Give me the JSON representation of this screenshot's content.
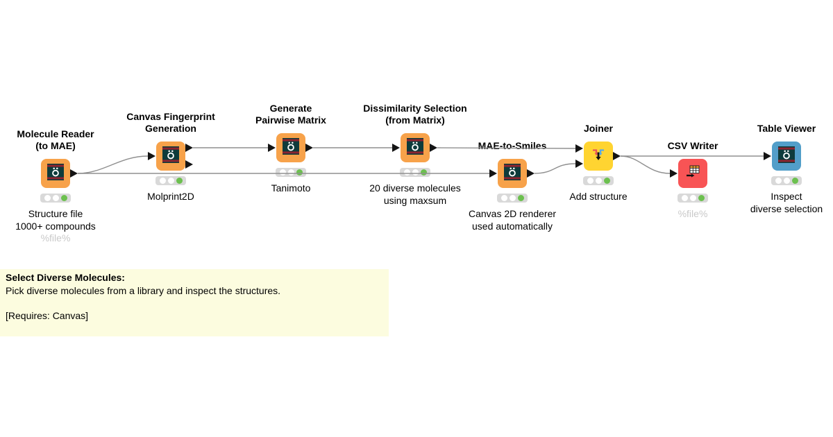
{
  "workflow": {
    "status_color": "#6cc04f",
    "wire_color": "#8f8f8f",
    "nodes": [
      {
        "id": "molecule-reader",
        "title": "Molecule Reader\n(to MAE)",
        "caption": "Structure file\n1000+ compounds",
        "caption_muted": "%file%",
        "color": "#f7a24a",
        "icon": "schrodinger-icon",
        "status": "executed"
      },
      {
        "id": "canvas-fingerprint",
        "title": "Canvas Fingerprint\nGeneration",
        "caption": "Molprint2D",
        "caption_muted": "",
        "color": "#f7a24a",
        "icon": "schrodinger-icon",
        "status": "executed"
      },
      {
        "id": "generate-pairwise",
        "title": "Generate\nPairwise Matrix",
        "caption": "Tanimoto",
        "caption_muted": "",
        "color": "#f7a24a",
        "icon": "schrodinger-icon",
        "status": "executed"
      },
      {
        "id": "dissimilarity-selection",
        "title": "Dissimilarity Selection\n(from Matrix)",
        "caption": "20 diverse molecules\nusing maxsum",
        "caption_muted": "",
        "color": "#f7a24a",
        "icon": "schrodinger-icon",
        "status": "executed"
      },
      {
        "id": "mae-to-smiles",
        "title": "MAE-to-Smiles",
        "caption": "Canvas 2D renderer\nused automatically",
        "caption_muted": "",
        "color": "#f7a24a",
        "icon": "schrodinger-icon",
        "status": "executed"
      },
      {
        "id": "joiner",
        "title": "Joiner",
        "caption": "Add structure",
        "caption_muted": "",
        "color": "#ffd431",
        "icon": "joiner-icon",
        "status": "executed"
      },
      {
        "id": "csv-writer",
        "title": "CSV Writer",
        "caption": "",
        "caption_muted": "%file%",
        "color": "#f85455",
        "icon": "csv-table-icon",
        "status": "executed"
      },
      {
        "id": "table-viewer",
        "title": "Table Viewer",
        "caption": "Inspect\ndiverse selection",
        "caption_muted": "",
        "color": "#529ec9",
        "icon": "schrodinger-icon",
        "status": "executed"
      }
    ],
    "connections": [
      {
        "from": "molecule-reader",
        "to": "canvas-fingerprint"
      },
      {
        "from": "molecule-reader",
        "to": "mae-to-smiles"
      },
      {
        "from": "canvas-fingerprint",
        "to": "generate-pairwise"
      },
      {
        "from": "generate-pairwise",
        "to": "dissimilarity-selection"
      },
      {
        "from": "dissimilarity-selection",
        "to": "joiner"
      },
      {
        "from": "mae-to-smiles",
        "to": "joiner"
      },
      {
        "from": "joiner",
        "to": "csv-writer"
      },
      {
        "from": "joiner",
        "to": "table-viewer"
      }
    ],
    "annotation": {
      "bg": "#fcfcdf",
      "heading": "Select Diverse Molecules:",
      "body": "Pick diverse molecules from a library and inspect the structures.",
      "footer": "[Requires: Canvas]"
    }
  }
}
